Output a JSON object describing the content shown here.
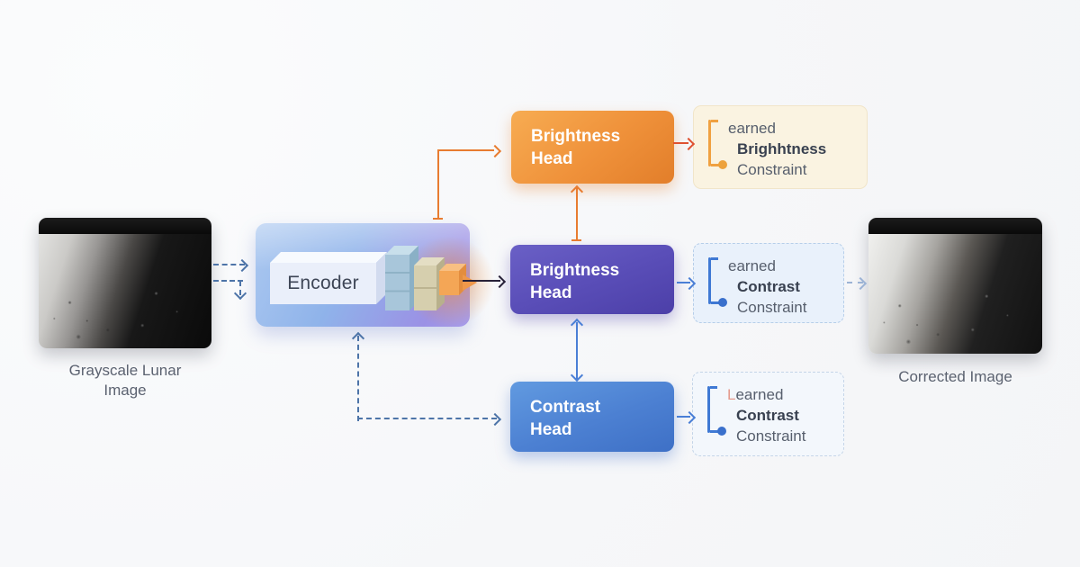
{
  "input_image": {
    "caption_line1": "Grayscale Lunar",
    "caption_line2": "Image"
  },
  "output_image": {
    "caption": "Corrected Image"
  },
  "encoder": {
    "label": "Encoder"
  },
  "heads": {
    "brightness_top": {
      "line1": "Brightness",
      "line2": "Head"
    },
    "brightness_mid": {
      "line1": "Brightness",
      "line2": "Head"
    },
    "contrast": {
      "line1": "Contrast",
      "line2": "Head"
    }
  },
  "constraints": {
    "brightness": {
      "prefix": "",
      "line1": "earned",
      "line2": "Brighhtness",
      "line3": "Constraint"
    },
    "contrast_mid": {
      "prefix": "",
      "line1": "earned",
      "line2": "Contrast",
      "line3": "Constraint"
    },
    "contrast_bottom": {
      "prefix": "L",
      "line1": "earned",
      "line2": "Contrast",
      "line3": "Constraint"
    }
  },
  "colors": {
    "orange_head": "#ef913a",
    "purple_head": "#5a4eb8",
    "blue_head": "#4c80d2",
    "cream_card": "#faf3e1",
    "blue_card": "#e9f1fb",
    "dashed_arrow": "#4d74a8",
    "orange_arrow": "#e87c30",
    "red_arrow": "#df5130",
    "blue_arrow": "#4a7fd6",
    "dark_arrow": "#272138"
  }
}
